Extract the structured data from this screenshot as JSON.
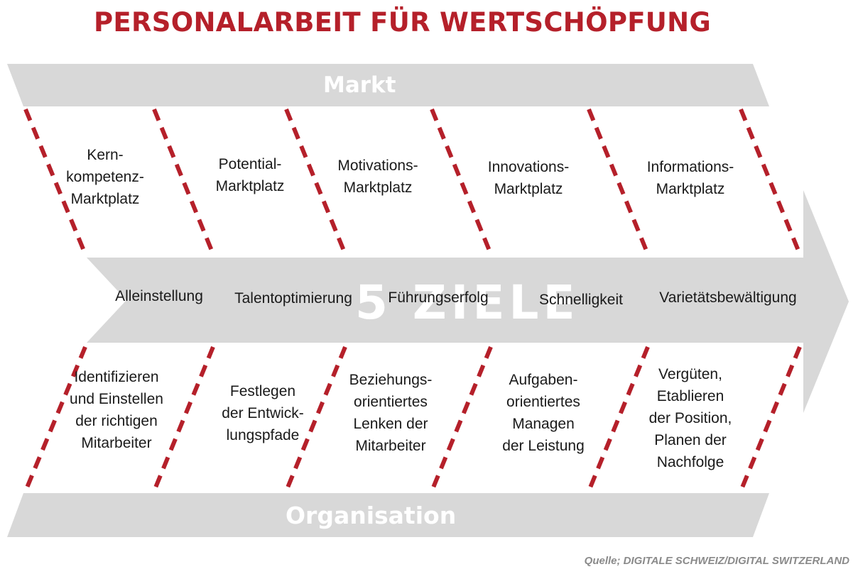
{
  "title": "PERSONALARBEIT FÜR WERTSCHÖPFUNG",
  "markt_label": "Markt",
  "organisation_label": "Organisation",
  "center_label": "5 ZIELE",
  "top_cells": [
    {
      "lines": [
        "Kern-",
        "kompetenz-",
        "Marktplatz"
      ]
    },
    {
      "lines": [
        "Potential-",
        "Marktplatz"
      ]
    },
    {
      "lines": [
        "Motivations-",
        "Marktplatz"
      ]
    },
    {
      "lines": [
        "Innovations-",
        "Marktplatz"
      ]
    },
    {
      "lines": [
        "Informations-",
        "Marktplatz"
      ]
    }
  ],
  "goals": [
    "Alleinstellung",
    "Talentoptimierung",
    "Führungserfolg",
    "Schnelligkeit",
    "Varietätsbewältigung"
  ],
  "bottom_cells": [
    {
      "lines": [
        "Identifizieren",
        "und Einstellen",
        "der richtigen",
        "Mitarbeiter"
      ]
    },
    {
      "lines": [
        "Festlegen",
        "der Entwick-",
        "lungspfade"
      ]
    },
    {
      "lines": [
        "Beziehungs-",
        "orientiertes",
        "Lenken der",
        "Mitarbeiter"
      ]
    },
    {
      "lines": [
        "Aufgaben-",
        "orientiertes",
        "Managen",
        "der Leistung"
      ]
    },
    {
      "lines": [
        "Vergüten,",
        "Etablieren",
        "der Position,",
        "Planen der",
        "Nachfolge"
      ]
    }
  ],
  "source": "Quelle; DIGITALE SCHWEIZ/DIGITAL SWITZERLAND",
  "colors": {
    "accent_red": "#b5202a",
    "band_gray": "#d8d8d8",
    "band_text": "#ffffff",
    "source_gray": "#8a8a8a"
  }
}
